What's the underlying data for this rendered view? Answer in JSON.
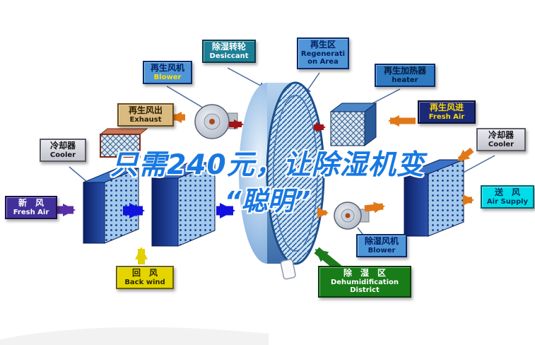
{
  "title": {
    "line1": "只需240元，让除湿机变",
    "line2": "“聪明”"
  },
  "labels": {
    "regen_blower": {
      "zh": "再生风机",
      "en": "Blower"
    },
    "desiccant_wheel": {
      "zh": "除湿转轮",
      "en": "Desiccant"
    },
    "regen_area": {
      "zh": "再生区",
      "en1": "Regenerati",
      "en2": "on Area"
    },
    "regen_heater": {
      "zh": "再生加热器",
      "en": "heater"
    },
    "regen_air_out": {
      "zh": "再生风出",
      "en": "Exhaust"
    },
    "regen_air_in": {
      "zh": "再生风进",
      "en": "Fresh Air"
    },
    "cooler_left": {
      "zh": "冷却器",
      "en": "Cooler"
    },
    "cooler_right": {
      "zh": "冷却器",
      "en": "Cooler"
    },
    "fresh_air": {
      "zh": "新　风",
      "en": "Fresh Air"
    },
    "air_supply": {
      "zh": "送　风",
      "en": "Air Supply"
    },
    "back_wind": {
      "zh": "回　风",
      "en": "Back wind"
    },
    "dehumid_blower": {
      "zh": "除湿风机",
      "en": "Blower"
    },
    "dehumid_area": {
      "zh": "除　湿　区",
      "en1": "Dehumidification",
      "en2": "District"
    }
  },
  "colors": {
    "title_blue": "#1878e0",
    "arrow_blue": "#1212e0",
    "arrow_purple": "#5a2ea6",
    "arrow_orange": "#e07818",
    "arrow_dark_red": "#a31515",
    "arrow_yellow": "#e2d000",
    "arrow_green": "#1d7a1d",
    "wheel_blue": "#4a7ab8"
  }
}
